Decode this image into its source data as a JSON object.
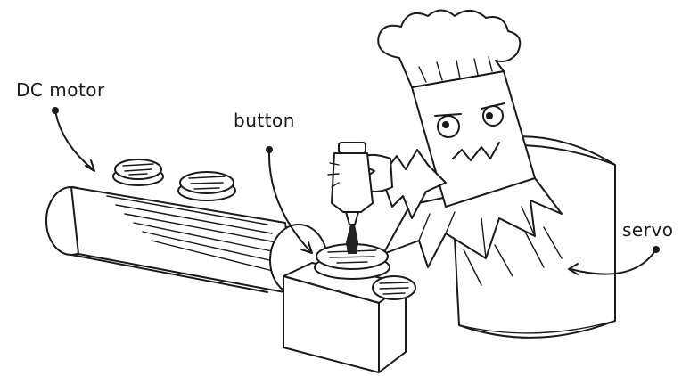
{
  "labels": {
    "dc_motor": "DC motor",
    "button": "button",
    "servo": "servo"
  },
  "colors": {
    "ink": "#1a1a1a",
    "background": "#ffffff",
    "sauce": "#222222"
  },
  "icons": [
    "conveyor-belt-icon",
    "burger-icon",
    "sauce-bottle-icon",
    "chef-robot-icon",
    "servo-cylinder-icon",
    "button-box-icon"
  ]
}
